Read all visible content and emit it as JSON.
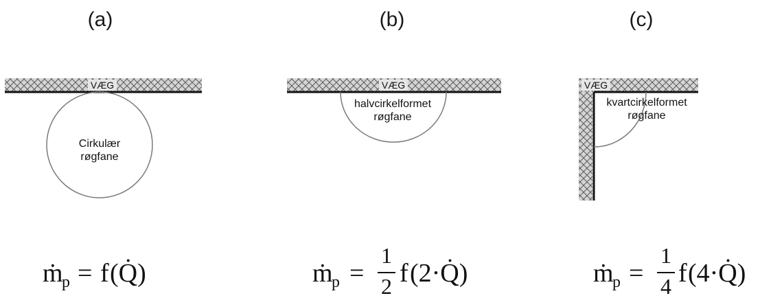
{
  "panels": [
    {
      "label": "(a)",
      "wall_label": "VÆG",
      "plume_line1": "Cirkulær",
      "plume_line2": "røgfane",
      "equation": {
        "lhs_symbol": "ṁ",
        "lhs_sub": "p",
        "equals": "=",
        "func": "f",
        "arg": "(Q̇)"
      }
    },
    {
      "label": "(b)",
      "wall_label": "VÆG",
      "plume_line1": "halvcirkelformet",
      "plume_line2": "røgfane",
      "equation": {
        "lhs_symbol": "ṁ",
        "lhs_sub": "p",
        "equals": "=",
        "frac_num": "1",
        "frac_den": "2",
        "func": "f",
        "arg": "(2·Q̇)"
      }
    },
    {
      "label": "(c)",
      "wall_label": "VÆG",
      "plume_line1": "kvartcirkelformet",
      "plume_line2": "røgfane",
      "equation": {
        "lhs_symbol": "ṁ",
        "lhs_sub": "p",
        "equals": "=",
        "frac_num": "1",
        "frac_den": "4",
        "func": "f",
        "arg": "(4·Q̇)"
      }
    }
  ],
  "colors": {
    "wall_fill": "#cfcfcf",
    "wall_hatch": "#555555",
    "wall_edge": "#111111",
    "plume_stroke": "#777777"
  }
}
